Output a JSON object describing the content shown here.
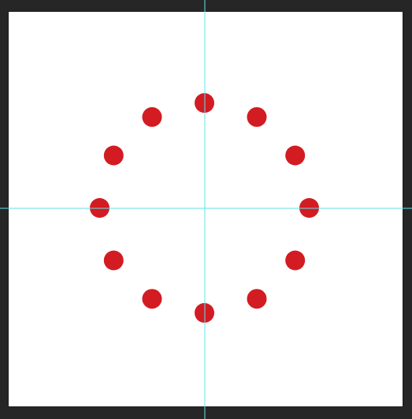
{
  "colors": {
    "workspace_background": "#262626",
    "canvas_background": "#ffffff",
    "dot_fill": "#d31b22",
    "guide_line": "#5ee6ea"
  },
  "shape": {
    "type": "circular-dot-pattern",
    "dot_count": 12
  },
  "guides": [
    {
      "orientation": "vertical"
    },
    {
      "orientation": "horizontal"
    }
  ]
}
